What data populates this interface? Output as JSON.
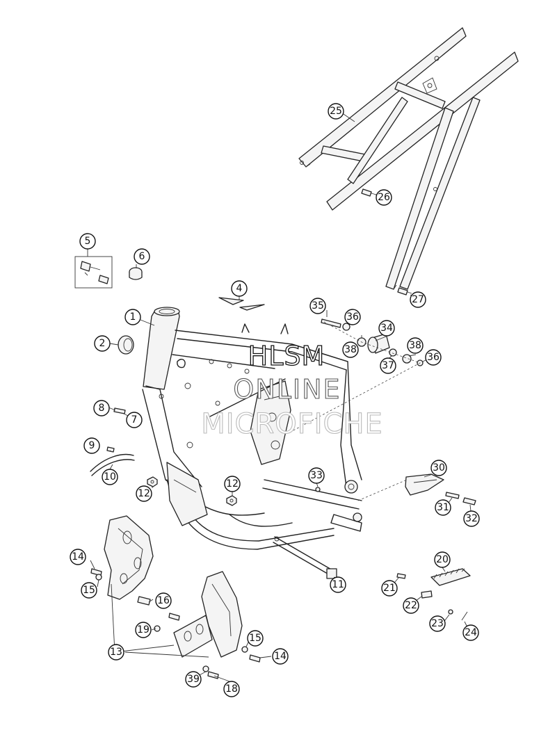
{
  "watermark": {
    "line1": "HLSM",
    "line2": "ONLINE",
    "line3": "MICROFICHE"
  },
  "callouts": [
    "1",
    "2",
    "4",
    "5",
    "6",
    "7",
    "8",
    "9",
    "10",
    "11",
    "12",
    "13",
    "14",
    "15",
    "16",
    "18",
    "19",
    "20",
    "21",
    "22",
    "23",
    "24",
    "25",
    "26",
    "27",
    "30",
    "31",
    "32",
    "33",
    "34",
    "35",
    "36",
    "37",
    "38",
    "39"
  ]
}
